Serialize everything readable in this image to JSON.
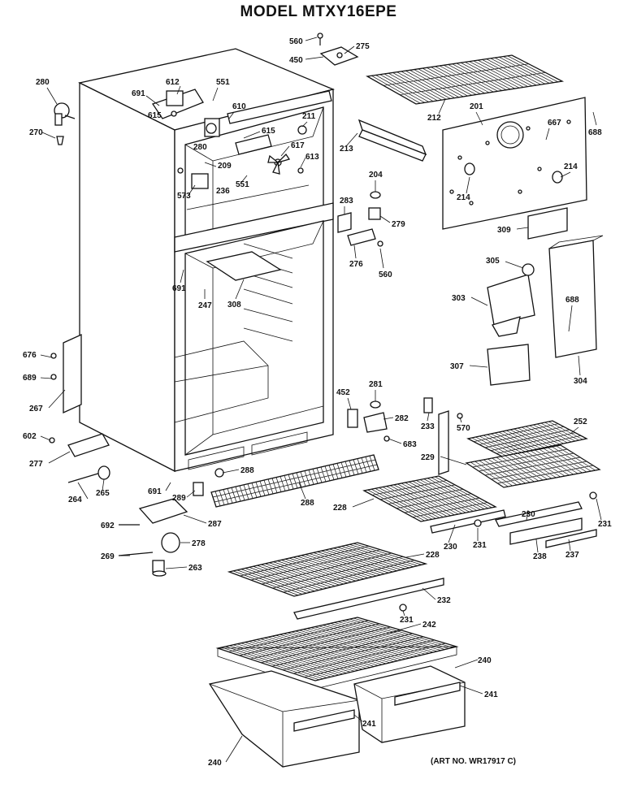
{
  "title": "MODEL MTXY16EPE",
  "art_no": "(ART NO. WR17917 C)",
  "labels": [
    {
      "id": "l560a",
      "text": "560"
    },
    {
      "id": "l275",
      "text": "275"
    },
    {
      "id": "l450",
      "text": "450"
    },
    {
      "id": "l280a",
      "text": "280"
    },
    {
      "id": "l691a",
      "text": "691"
    },
    {
      "id": "l612",
      "text": "612"
    },
    {
      "id": "l551a",
      "text": "551"
    },
    {
      "id": "l615a",
      "text": "615"
    },
    {
      "id": "l610",
      "text": "610"
    },
    {
      "id": "l211",
      "text": "211"
    },
    {
      "id": "l270",
      "text": "270"
    },
    {
      "id": "l615b",
      "text": "615"
    },
    {
      "id": "l280b",
      "text": "280"
    },
    {
      "id": "l617",
      "text": "617"
    },
    {
      "id": "l209",
      "text": "209"
    },
    {
      "id": "l613",
      "text": "613"
    },
    {
      "id": "l573",
      "text": "573"
    },
    {
      "id": "l236",
      "text": "236"
    },
    {
      "id": "l551b",
      "text": "551"
    },
    {
      "id": "l212",
      "text": "212"
    },
    {
      "id": "l201",
      "text": "201"
    },
    {
      "id": "l667",
      "text": "667"
    },
    {
      "id": "l688a",
      "text": "688"
    },
    {
      "id": "l213",
      "text": "213"
    },
    {
      "id": "l204",
      "text": "204"
    },
    {
      "id": "l214a",
      "text": "214"
    },
    {
      "id": "l214b",
      "text": "214"
    },
    {
      "id": "l283",
      "text": "283"
    },
    {
      "id": "l279",
      "text": "279"
    },
    {
      "id": "l309",
      "text": "309"
    },
    {
      "id": "l276",
      "text": "276"
    },
    {
      "id": "l560b",
      "text": "560"
    },
    {
      "id": "l305",
      "text": "305"
    },
    {
      "id": "l691b",
      "text": "691"
    },
    {
      "id": "l247",
      "text": "247"
    },
    {
      "id": "l308",
      "text": "308"
    },
    {
      "id": "l303",
      "text": "303"
    },
    {
      "id": "l688b",
      "text": "688"
    },
    {
      "id": "l676",
      "text": "676"
    },
    {
      "id": "l689",
      "text": "689"
    },
    {
      "id": "l307",
      "text": "307"
    },
    {
      "id": "l304",
      "text": "304"
    },
    {
      "id": "l267",
      "text": "267"
    },
    {
      "id": "l452",
      "text": "452"
    },
    {
      "id": "l281",
      "text": "281"
    },
    {
      "id": "l282",
      "text": "282"
    },
    {
      "id": "l233",
      "text": "233"
    },
    {
      "id": "l570",
      "text": "570"
    },
    {
      "id": "l252",
      "text": "252"
    },
    {
      "id": "l602",
      "text": "602"
    },
    {
      "id": "l683",
      "text": "683"
    },
    {
      "id": "l229",
      "text": "229"
    },
    {
      "id": "l277",
      "text": "277"
    },
    {
      "id": "l288a",
      "text": "288"
    },
    {
      "id": "l691c",
      "text": "691"
    },
    {
      "id": "l264",
      "text": "264"
    },
    {
      "id": "l265",
      "text": "265"
    },
    {
      "id": "l289",
      "text": "289"
    },
    {
      "id": "l288b",
      "text": "288"
    },
    {
      "id": "l228a",
      "text": "228"
    },
    {
      "id": "l230a",
      "text": "230"
    },
    {
      "id": "l231a",
      "text": "231"
    },
    {
      "id": "l692",
      "text": "692"
    },
    {
      "id": "l287",
      "text": "287"
    },
    {
      "id": "l230b",
      "text": "230"
    },
    {
      "id": "l231b",
      "text": "231"
    },
    {
      "id": "l238",
      "text": "238"
    },
    {
      "id": "l237",
      "text": "237"
    },
    {
      "id": "l278",
      "text": "278"
    },
    {
      "id": "l269",
      "text": "269"
    },
    {
      "id": "l228b",
      "text": "228"
    },
    {
      "id": "l263",
      "text": "263"
    },
    {
      "id": "l232",
      "text": "232"
    },
    {
      "id": "l231c",
      "text": "231"
    },
    {
      "id": "l242",
      "text": "242"
    },
    {
      "id": "l240a",
      "text": "240"
    },
    {
      "id": "l241a",
      "text": "241"
    },
    {
      "id": "l241b",
      "text": "241"
    },
    {
      "id": "l240b",
      "text": "240"
    }
  ]
}
